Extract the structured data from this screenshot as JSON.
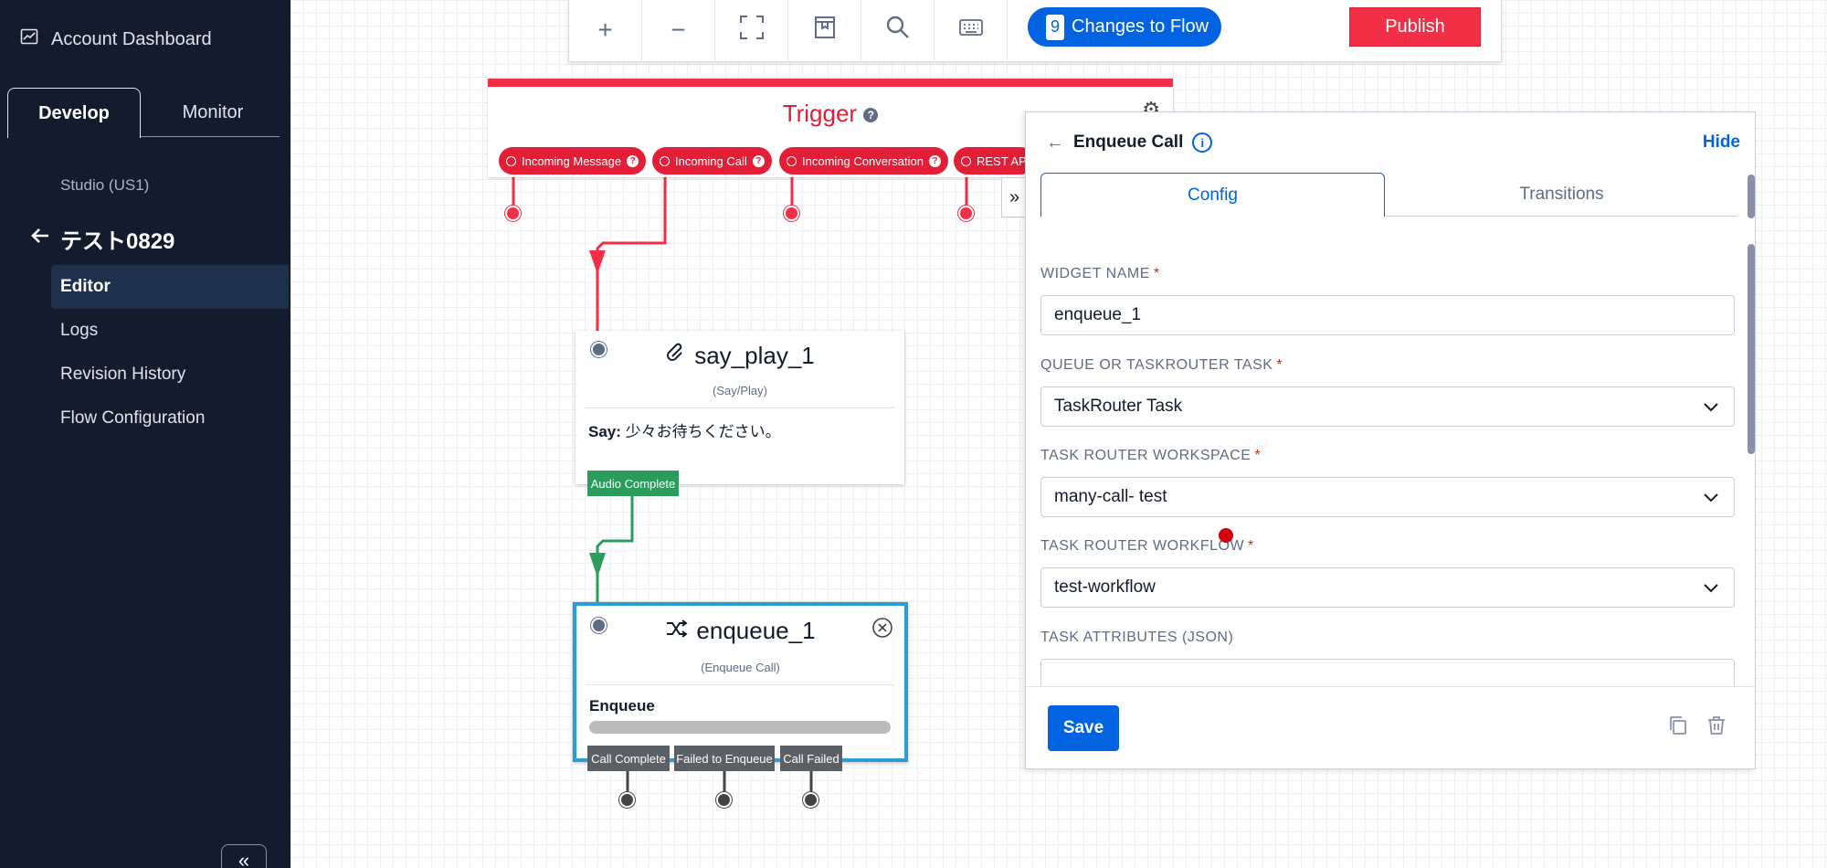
{
  "sidebar": {
    "account_dashboard": "Account Dashboard",
    "tabs": [
      "Develop",
      "Monitor"
    ],
    "studio_region": "Studio (US1)",
    "flow_name": "テスト0829",
    "nav": [
      "Editor",
      "Logs",
      "Revision History",
      "Flow Configuration"
    ],
    "active_nav": "Editor"
  },
  "toolbar": {
    "buttons": [
      "zoom-in-icon",
      "zoom-out-icon",
      "fit-screen-icon",
      "bookmark-icon",
      "search-icon",
      "keyboard-icon"
    ],
    "changes_count": "9",
    "changes_label": "Changes to Flow",
    "publish_label": "Publish"
  },
  "trigger": {
    "title": "Trigger",
    "pills": [
      "Incoming Message",
      "Incoming Call",
      "Incoming Conversation",
      "REST AP"
    ]
  },
  "say_play": {
    "name": "say_play_1",
    "type": "(Say/Play)",
    "body_label": "Say:",
    "body_text": "少々お待ちください。",
    "transition": "Audio Complete"
  },
  "enqueue": {
    "name": "enqueue_1",
    "type": "(Enqueue Call)",
    "body_label": "Enqueue",
    "transitions": [
      "Call Complete",
      "Failed to Enqueue",
      "Call Failed"
    ]
  },
  "panel": {
    "title": "Enqueue Call",
    "hide_label": "Hide",
    "tabs": [
      "Config",
      "Transitions"
    ],
    "fields": [
      {
        "label": "WIDGET NAME",
        "value": "enqueue_1",
        "type": "text"
      },
      {
        "label": "QUEUE OR TASKROUTER TASK",
        "value": "TaskRouter Task",
        "type": "select"
      },
      {
        "label": "TASK ROUTER WORKSPACE",
        "value": "many-call- test",
        "type": "select"
      },
      {
        "label": "TASK ROUTER WORKFLOW",
        "value": "test-workflow",
        "type": "select"
      },
      {
        "label": "TASK ATTRIBUTES (JSON)",
        "value": "",
        "type": "textarea"
      }
    ],
    "save_label": "Save"
  },
  "colors": {
    "sidebar_bg": "#121c2d",
    "accent_blue": "#0263e0",
    "trigger_red": "#f22f46",
    "success_green": "#2a9d5c"
  }
}
